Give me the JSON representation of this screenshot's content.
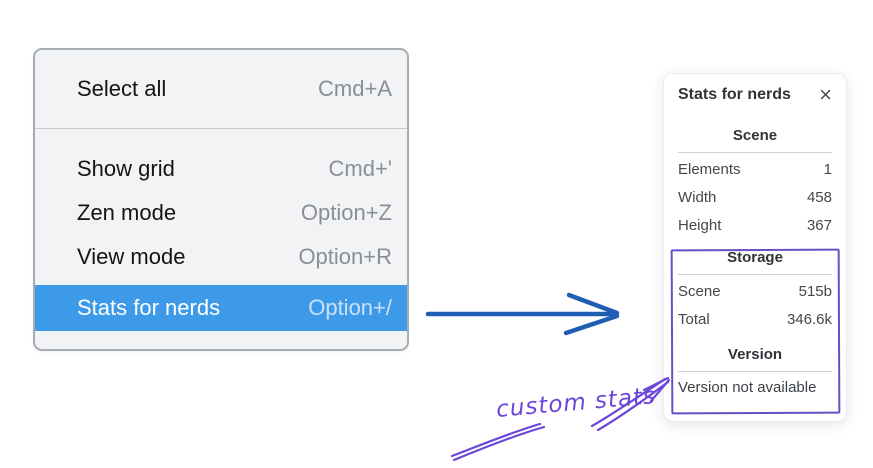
{
  "colors": {
    "menu_selection_blue": "#3d9ae8",
    "menu_background": "#f2f3f5",
    "arrow_blue": "#1e5fb4",
    "annotation_purple": "#6b46d8",
    "annotation_box_purple": "#6a4ec6",
    "panel_background": "#ffffff"
  },
  "menu": {
    "items": [
      {
        "label": "Select all",
        "shortcut": "Cmd+A",
        "selected": false
      },
      {
        "label": "Show grid",
        "shortcut": "Cmd+'",
        "selected": false
      },
      {
        "label": "Zen mode",
        "shortcut": "Option+Z",
        "selected": false
      },
      {
        "label": "View mode",
        "shortcut": "Option+R",
        "selected": false
      },
      {
        "label": "Stats for nerds",
        "shortcut": "Option+/",
        "selected": true
      }
    ]
  },
  "stats_panel": {
    "title": "Stats for nerds",
    "close_icon": "×",
    "sections": [
      {
        "heading": "Scene",
        "rows": [
          {
            "label": "Elements",
            "value": "1"
          },
          {
            "label": "Width",
            "value": "458"
          },
          {
            "label": "Height",
            "value": "367"
          }
        ]
      },
      {
        "heading": "Storage",
        "rows": [
          {
            "label": "Scene",
            "value": "515b"
          },
          {
            "label": "Total",
            "value": "346.6k"
          }
        ]
      },
      {
        "heading": "Version",
        "note": "Version not available"
      }
    ]
  },
  "annotation": {
    "label": "custom stats"
  }
}
